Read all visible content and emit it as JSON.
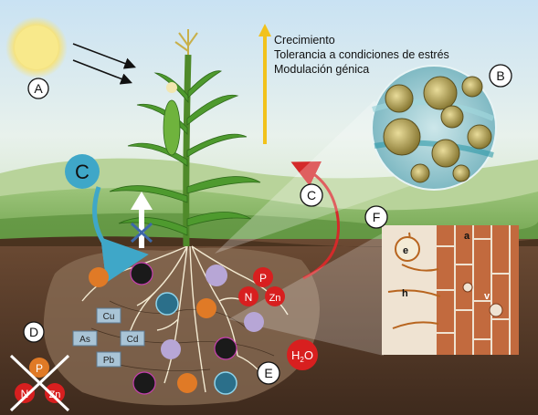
{
  "labels": {
    "a": "A",
    "b": "B",
    "c_left": "C",
    "c_right": "C",
    "d": "D",
    "e": "E",
    "f": "F"
  },
  "growth_text": {
    "line1": "Crecimiento",
    "line2": "Tolerancia a condiciones de estrés",
    "line3": "Modulación génica"
  },
  "nutrients": {
    "p": "P",
    "n": "N",
    "zn": "Zn",
    "water": "H2O",
    "water_base": "H",
    "water_sub": "2",
    "water_tail": "O"
  },
  "metals": {
    "cu": "Cu",
    "as": "As",
    "cd": "Cd",
    "pb": "Pb"
  },
  "deficient": {
    "p": "P",
    "n": "N",
    "zn": "Zn"
  },
  "micro_labels": {
    "e": "e",
    "a": "a",
    "h": "h",
    "v": "v"
  },
  "colors": {
    "sun": "#f6e27a",
    "growth_arrow": "#f2c21b",
    "label_blue": "#3fa7c8",
    "arrow_red": "#d42a2a",
    "nutrient_red": "#d81f1f",
    "soil": "#5a3d2b",
    "metal_box": "#a9c4d6"
  }
}
